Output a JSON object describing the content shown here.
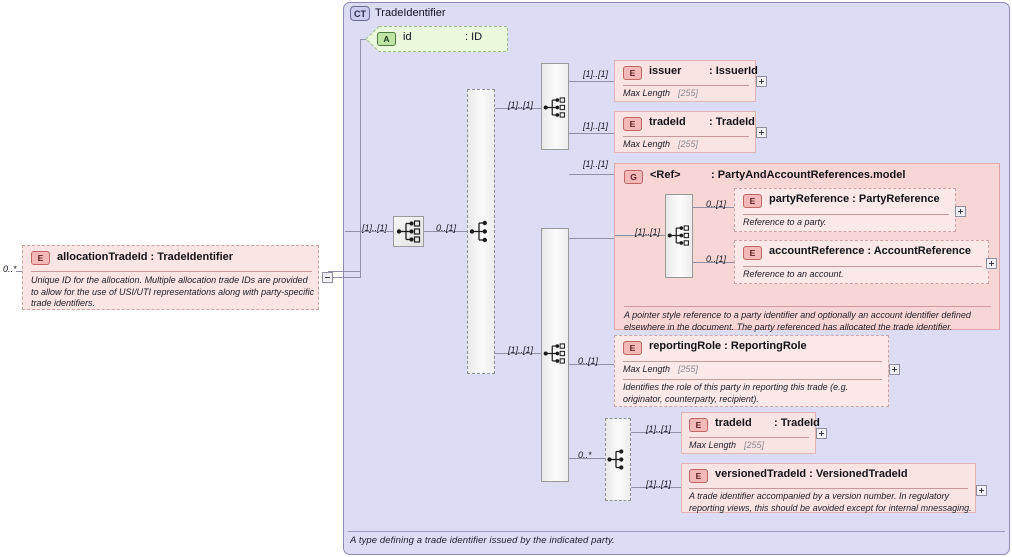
{
  "diagram": {
    "type": "xsd-schema-diagram",
    "complex_type": {
      "badge": "CT",
      "name": "TradeIdentifier",
      "annotation": "A type defining a trade identifier issued by the indicated party."
    },
    "attribute": {
      "badge": "A",
      "name": "id",
      "type": ": ID"
    },
    "left_element": {
      "badge": "E",
      "name": "allocationTradeId : TradeIdentifier",
      "cardinality": "0..*",
      "annotation": "Unique ID for the allocation. Multiple allocation trade IDs are provided to allow for the use of USI/UTI representations along with party-specific trade identifiers.",
      "toggle": "minus"
    },
    "connectors": {
      "root_sequence": {
        "icon": "sequence-icon",
        "cardinality_in": "[1]..[1]"
      },
      "outer_choice": {
        "icon": "choice-bar",
        "cardinality_in": "0..[1]",
        "style": "dashed"
      },
      "top_sequence_bar": {
        "icon": "sequence-icon",
        "cardinality_in": "[1]..[1]"
      },
      "mid_sequence_bar": {
        "icon": "sequence-icon",
        "cardinality_in": "[1]..[1]"
      },
      "group_sequence_bar": {
        "icon": "sequence-icon",
        "cardinality_in": "[1]..[1]"
      },
      "bottom_choice_bar": {
        "icon": "choice-icon",
        "cardinality_in": "0..*",
        "style": "dashed"
      }
    },
    "elements": [
      {
        "id": "issuer",
        "badge": "E",
        "name": "issuer",
        "type": ": IssuerId",
        "cardinality": "[1]..[1]",
        "facet_label": "Max Length",
        "facet_value": "[255]",
        "toggle": "plus"
      },
      {
        "id": "tradeId-top",
        "badge": "E",
        "name": "tradeId",
        "type": ": TradeId",
        "cardinality": "[1]..[1]",
        "facet_label": "Max Length",
        "facet_value": "[255]",
        "toggle": "plus"
      },
      {
        "id": "reportingRole",
        "badge": "E",
        "name": "reportingRole : ReportingRole",
        "cardinality": "0..[1]",
        "facet_label": "Max Length",
        "facet_value": "[255]",
        "annotation": "Identifies the role of this party in reporting this trade (e.g. originator, counterparty, recipient).",
        "toggle": "plus"
      },
      {
        "id": "tradeId-bottom",
        "badge": "E",
        "name": "tradeId",
        "type": ": TradeId",
        "cardinality": "[1]..[1]",
        "facet_label": "Max Length",
        "facet_value": "[255]",
        "toggle": "plus"
      },
      {
        "id": "versionedTradeId",
        "badge": "E",
        "name": "versionedTradeId : VersionedTradeId",
        "cardinality": "[1]..[1]",
        "annotation": "A trade identifier accompanied by a version number. In regulatory reporting views, this should be avoided except for internal mnessaging.",
        "toggle": "plus"
      }
    ],
    "group": {
      "badge": "G",
      "ref_label": "<Ref>",
      "name": ": PartyAndAccountReferences.model",
      "cardinality": "[1]..[1]",
      "annotation": "A pointer style reference to a party identifier and optionally an account identifier defined elsewhere in the document. The party referenced has allocated the trade identifier.",
      "children": [
        {
          "id": "partyReference",
          "badge": "E",
          "name": "partyReference : PartyReference",
          "cardinality": "0..[1]",
          "annotation": "Reference to a party.",
          "toggle": "plus"
        },
        {
          "id": "accountReference",
          "badge": "E",
          "name": "accountReference : AccountReference",
          "cardinality": "0..[1]",
          "annotation": "Reference to an account.",
          "toggle": "plus"
        }
      ]
    },
    "colors": {
      "frame_bg": "#dcdcf4",
      "element_bg": "#fae3e3",
      "group_bg": "#f9d6d6",
      "attribute_bg": "#e6f7d8",
      "line": "#8f8fa8"
    }
  }
}
